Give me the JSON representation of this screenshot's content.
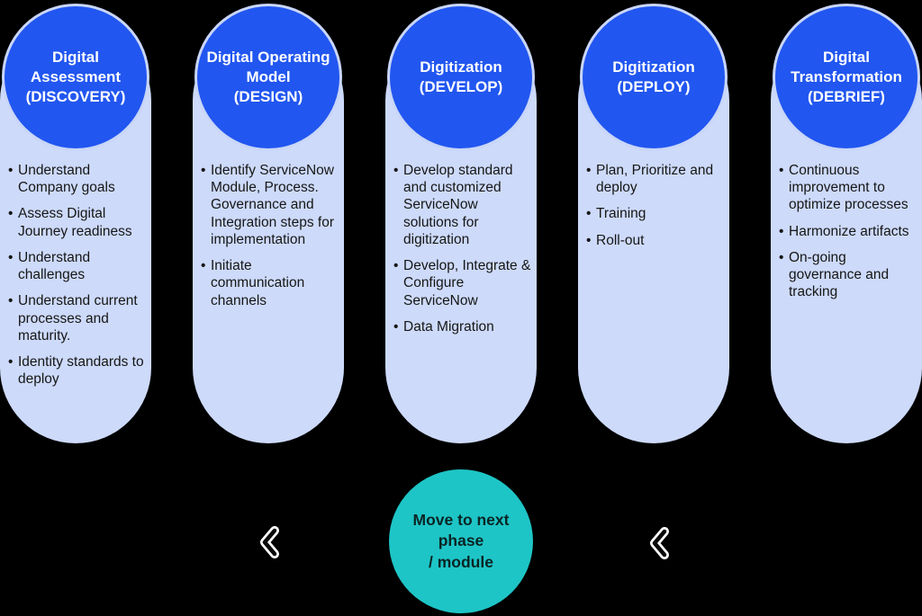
{
  "colors": {
    "background": "#000000",
    "circle_blue": "#2156f0",
    "circle_rim": "#c9d6f8",
    "panel_blue": "#cddafa",
    "cta_teal": "#1ec5c6",
    "title_text": "#ffffff",
    "body_text": "#161616",
    "cta_text": "#0b2424",
    "chevron_outline": "#ffffff",
    "chevron_core": "#0a0a0a"
  },
  "columns": [
    {
      "title": "Digital Assessment",
      "stage": "(DISCOVERY)",
      "bullets": [
        "Understand Company goals",
        "Assess Digital Journey readiness",
        "Understand challenges",
        "Understand current processes and maturity.",
        "Identity standards to deploy"
      ]
    },
    {
      "title": "Digital Operating Model",
      "stage": "(DESIGN)",
      "bullets": [
        "Identify ServiceNow Module, Process. Governance and Integration steps for implementation",
        "Initiate communication channels"
      ]
    },
    {
      "title": "Digitization",
      "stage": "(DEVELOP)",
      "bullets": [
        "Develop standard and customized ServiceNow solutions for digitization",
        "Develop, Integrate & Configure ServiceNow",
        "Data Migration"
      ]
    },
    {
      "title": "Digitization",
      "stage": "(DEPLOY)",
      "bullets": [
        "Plan, Prioritize and deploy",
        "Training",
        "Roll-out"
      ]
    },
    {
      "title": "Digital Transformation",
      "stage": "(DEBRIEF)",
      "bullets": [
        "Continuous improvement to optimize processes",
        "Harmonize artifacts",
        "On-going governance and tracking"
      ]
    }
  ],
  "cta": {
    "lines": [
      "Move to next",
      "phase",
      "/ module"
    ]
  }
}
